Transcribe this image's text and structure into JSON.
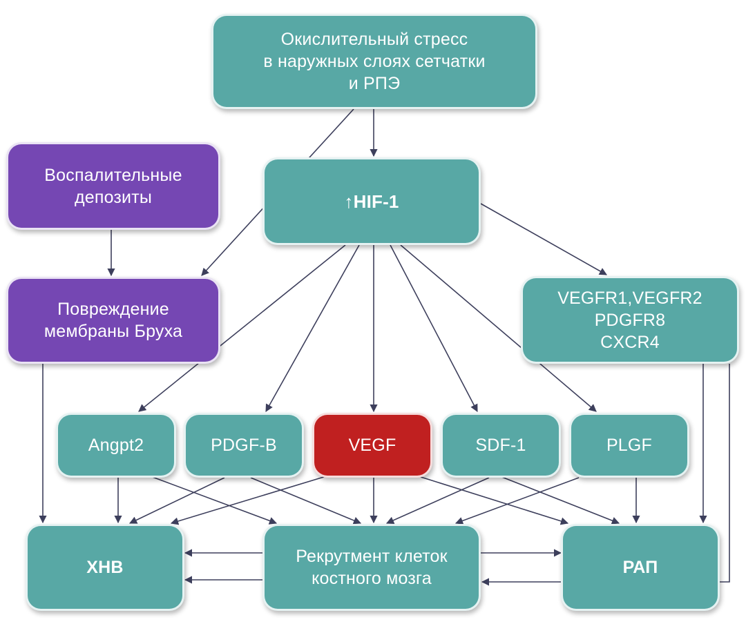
{
  "nodes": {
    "stress": "Окислительный стресс\nв наружных слоях сетчатки\nи РПЭ",
    "hif": "↑HIF-1",
    "inflam": "Воспалительные\nдепозиты",
    "bruch": "Повреждение\nмембраны Бруха",
    "receptors": "VEGFR1,VEGFR2\nPDGFR8\nCXCR4",
    "angpt2": "Angpt2",
    "pdgfb": "PDGF-B",
    "vegf": "VEGF",
    "sdf1": "SDF-1",
    "plgf": "PLGF",
    "hnv": "ХНВ",
    "recruit": "Рекрутмент клеток\nкостного мозга",
    "rap": "РАП"
  },
  "colors": {
    "teal": "#58a8a5",
    "purple": "#7547b3",
    "red": "#c02020",
    "arrow": "#3d3f5c"
  }
}
